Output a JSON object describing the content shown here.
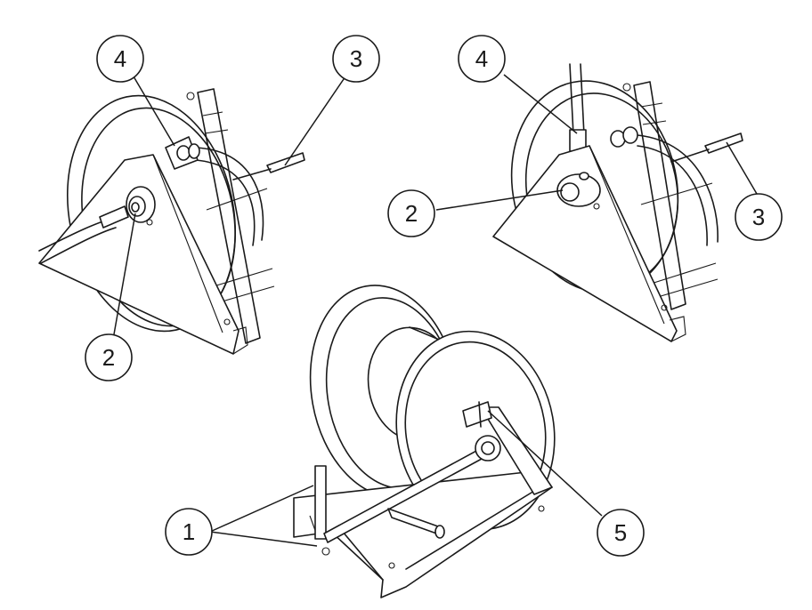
{
  "callouts": [
    {
      "id": "c4a",
      "label": "4"
    },
    {
      "id": "c3a",
      "label": "3"
    },
    {
      "id": "c2a",
      "label": "2"
    },
    {
      "id": "c4b",
      "label": "4"
    },
    {
      "id": "c2b",
      "label": "2"
    },
    {
      "id": "c3b",
      "label": "3"
    },
    {
      "id": "c1",
      "label": "1"
    },
    {
      "id": "c5",
      "label": "5"
    }
  ],
  "colors": {
    "line": "#1a1a1a",
    "background": "#ffffff"
  }
}
